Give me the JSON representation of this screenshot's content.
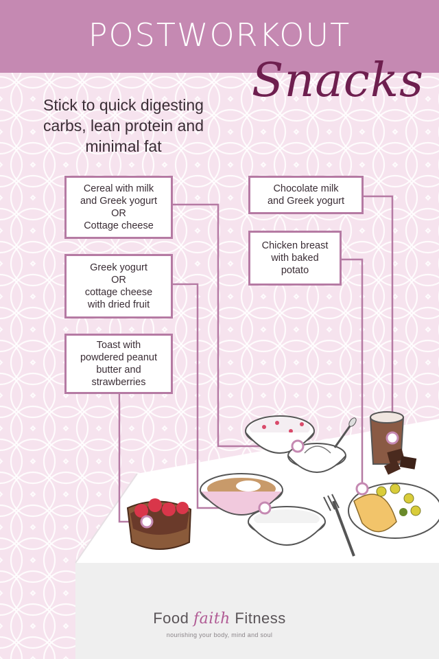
{
  "header": {
    "title": "POSTWORKOUT",
    "script_title": "Snacks"
  },
  "subtitle": "Stick to quick digesting carbs, lean protein and minimal fat",
  "snacks": [
    {
      "label": "Cereal with milk\nand Greek yogurt\nOR\nCottage cheese"
    },
    {
      "label": "Greek yogurt\nOR\ncottage cheese\nwith dried fruit"
    },
    {
      "label": "Toast with\npowdered peanut\nbutter and\nstrawberries"
    },
    {
      "label": "Chocolate milk\nand Greek yogurt"
    },
    {
      "label": "Chicken breast\nwith baked\npotato"
    }
  ],
  "footer": {
    "brand_start": "Food ",
    "brand_mid": "faith",
    "brand_end": " Fitness",
    "tagline": "nourishing your body, mind and soul"
  },
  "colors": {
    "header": "#c589b2",
    "accent": "#6e1f4f",
    "box_border": "#b57aa3",
    "background": "#f6e3ee"
  }
}
